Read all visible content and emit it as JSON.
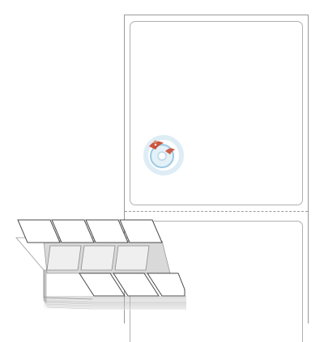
{
  "product": {
    "type": "fanfold-labels",
    "label_count_top_row": 4,
    "label_count_bottom_row": 4,
    "colors": {
      "outline": "#9a9a9a",
      "fold_shade": "#d9d9d9",
      "label_fill": "#ffffff",
      "logo_red": "#c8452e",
      "logo_blue": "#7fb6d8"
    }
  },
  "logo": {
    "icon": "disc-fish-logo-icon"
  }
}
